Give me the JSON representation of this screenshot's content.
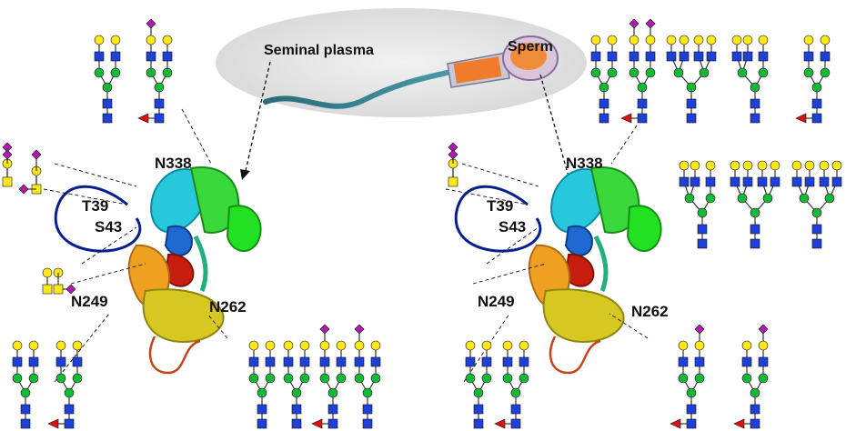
{
  "header": {
    "seminal_plasma_label": "Seminal plasma",
    "sperm_label": "Sperm"
  },
  "left_structure": {
    "sites": [
      "N338",
      "T39",
      "S43",
      "N249",
      "N262"
    ]
  },
  "right_structure": {
    "sites": [
      "N338",
      "T39",
      "S43",
      "N249",
      "N262"
    ]
  },
  "colors": {
    "glcnac_square": "#1f3fd9",
    "mannose_circle": "#16b83a",
    "galactose_circle": "#ffe81a",
    "sialic_diamond": "#b01ab0",
    "fucose_triangle": "#e01010",
    "galnac_square": "#ffe81a",
    "ellipse": "#e6e6e6"
  }
}
